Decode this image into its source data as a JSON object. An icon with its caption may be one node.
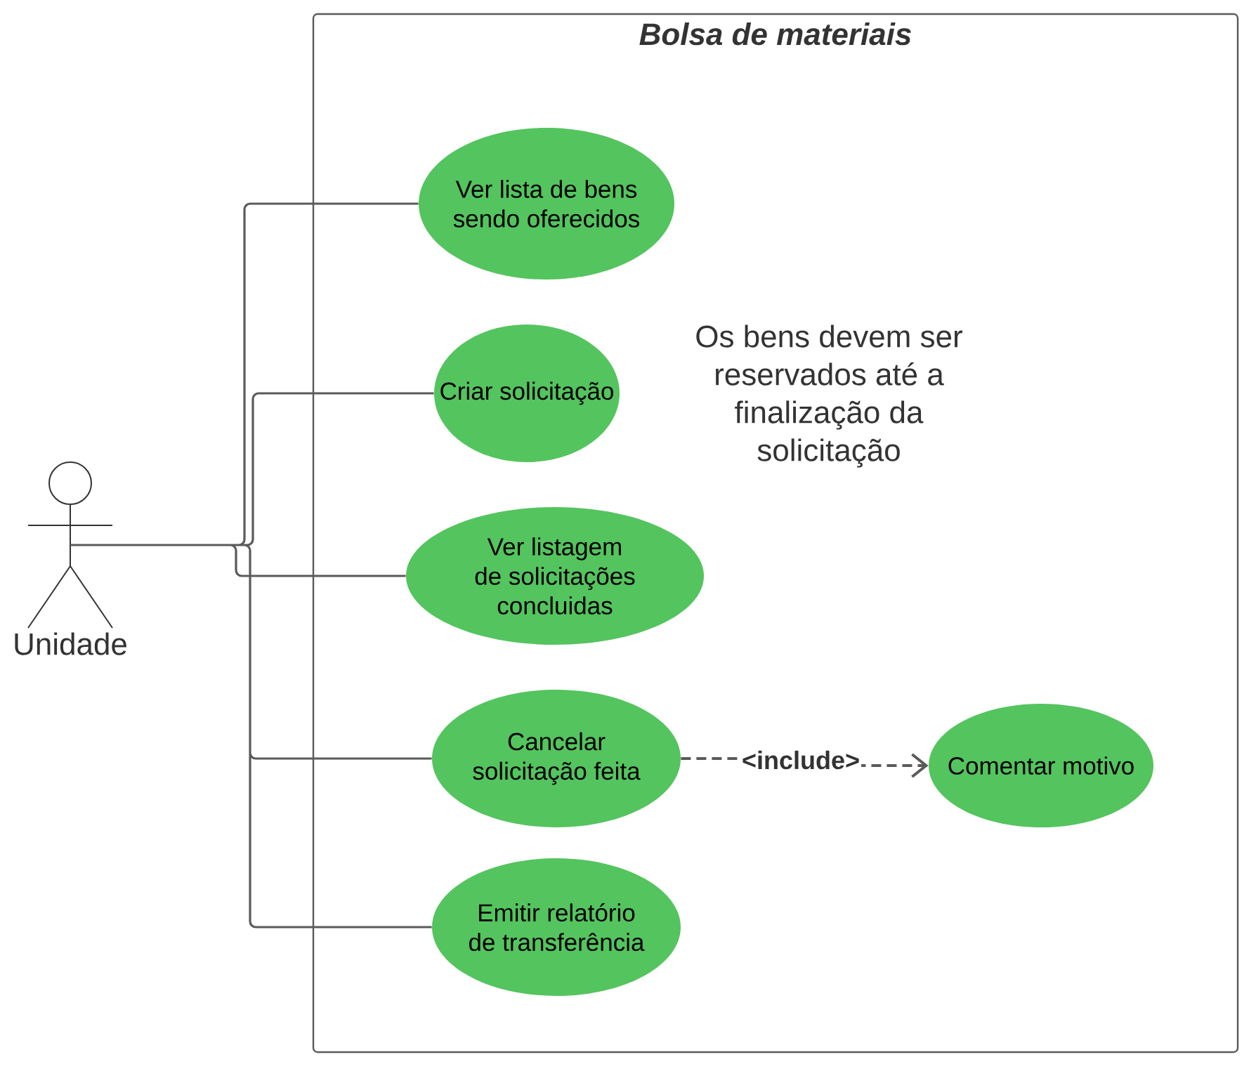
{
  "diagram": {
    "nodes": [
      {
        "text": [],
        "shape": "person",
        "beside": [
          "Unidade"
        ]
      },
      {
        "text": [
          "Bolsa de materiais"
        ]
      },
      {
        "text": [
          "Ver lista de bens sendo oferecidos"
        ],
        "in": 1
      },
      {
        "text": [
          "Criar solicitação"
        ],
        "in": 1
      },
      {
        "text": [
          "Ver listagem de solicitações concluidas"
        ],
        "in": 1
      },
      {
        "text": [
          "Cancelar solicitação feita"
        ],
        "in": 1
      },
      {
        "text": [
          "Comentar motivo"
        ],
        "in": 1
      },
      {
        "text": [
          "Emitir relatório de transferência"
        ],
        "in": 1
      }
    ],
    "edges": [
      {
        "from": 0,
        "to": 2,
        "arrow": "none"
      },
      {
        "from": 0,
        "to": 3,
        "arrow": "none"
      },
      {
        "from": 0,
        "to": 4,
        "arrow": "none"
      },
      {
        "from": 0,
        "to": 5,
        "arrow": "none"
      },
      {
        "from": 0,
        "to": 7,
        "arrow": "none"
      },
      {
        "from": 5,
        "to": 6,
        "arrow": "to",
        "label": "<include>",
        "style": "dashed"
      }
    ],
    "labels": [
      "Os bens devem ser reservados até a finalização da solicitação"
    ]
  }
}
